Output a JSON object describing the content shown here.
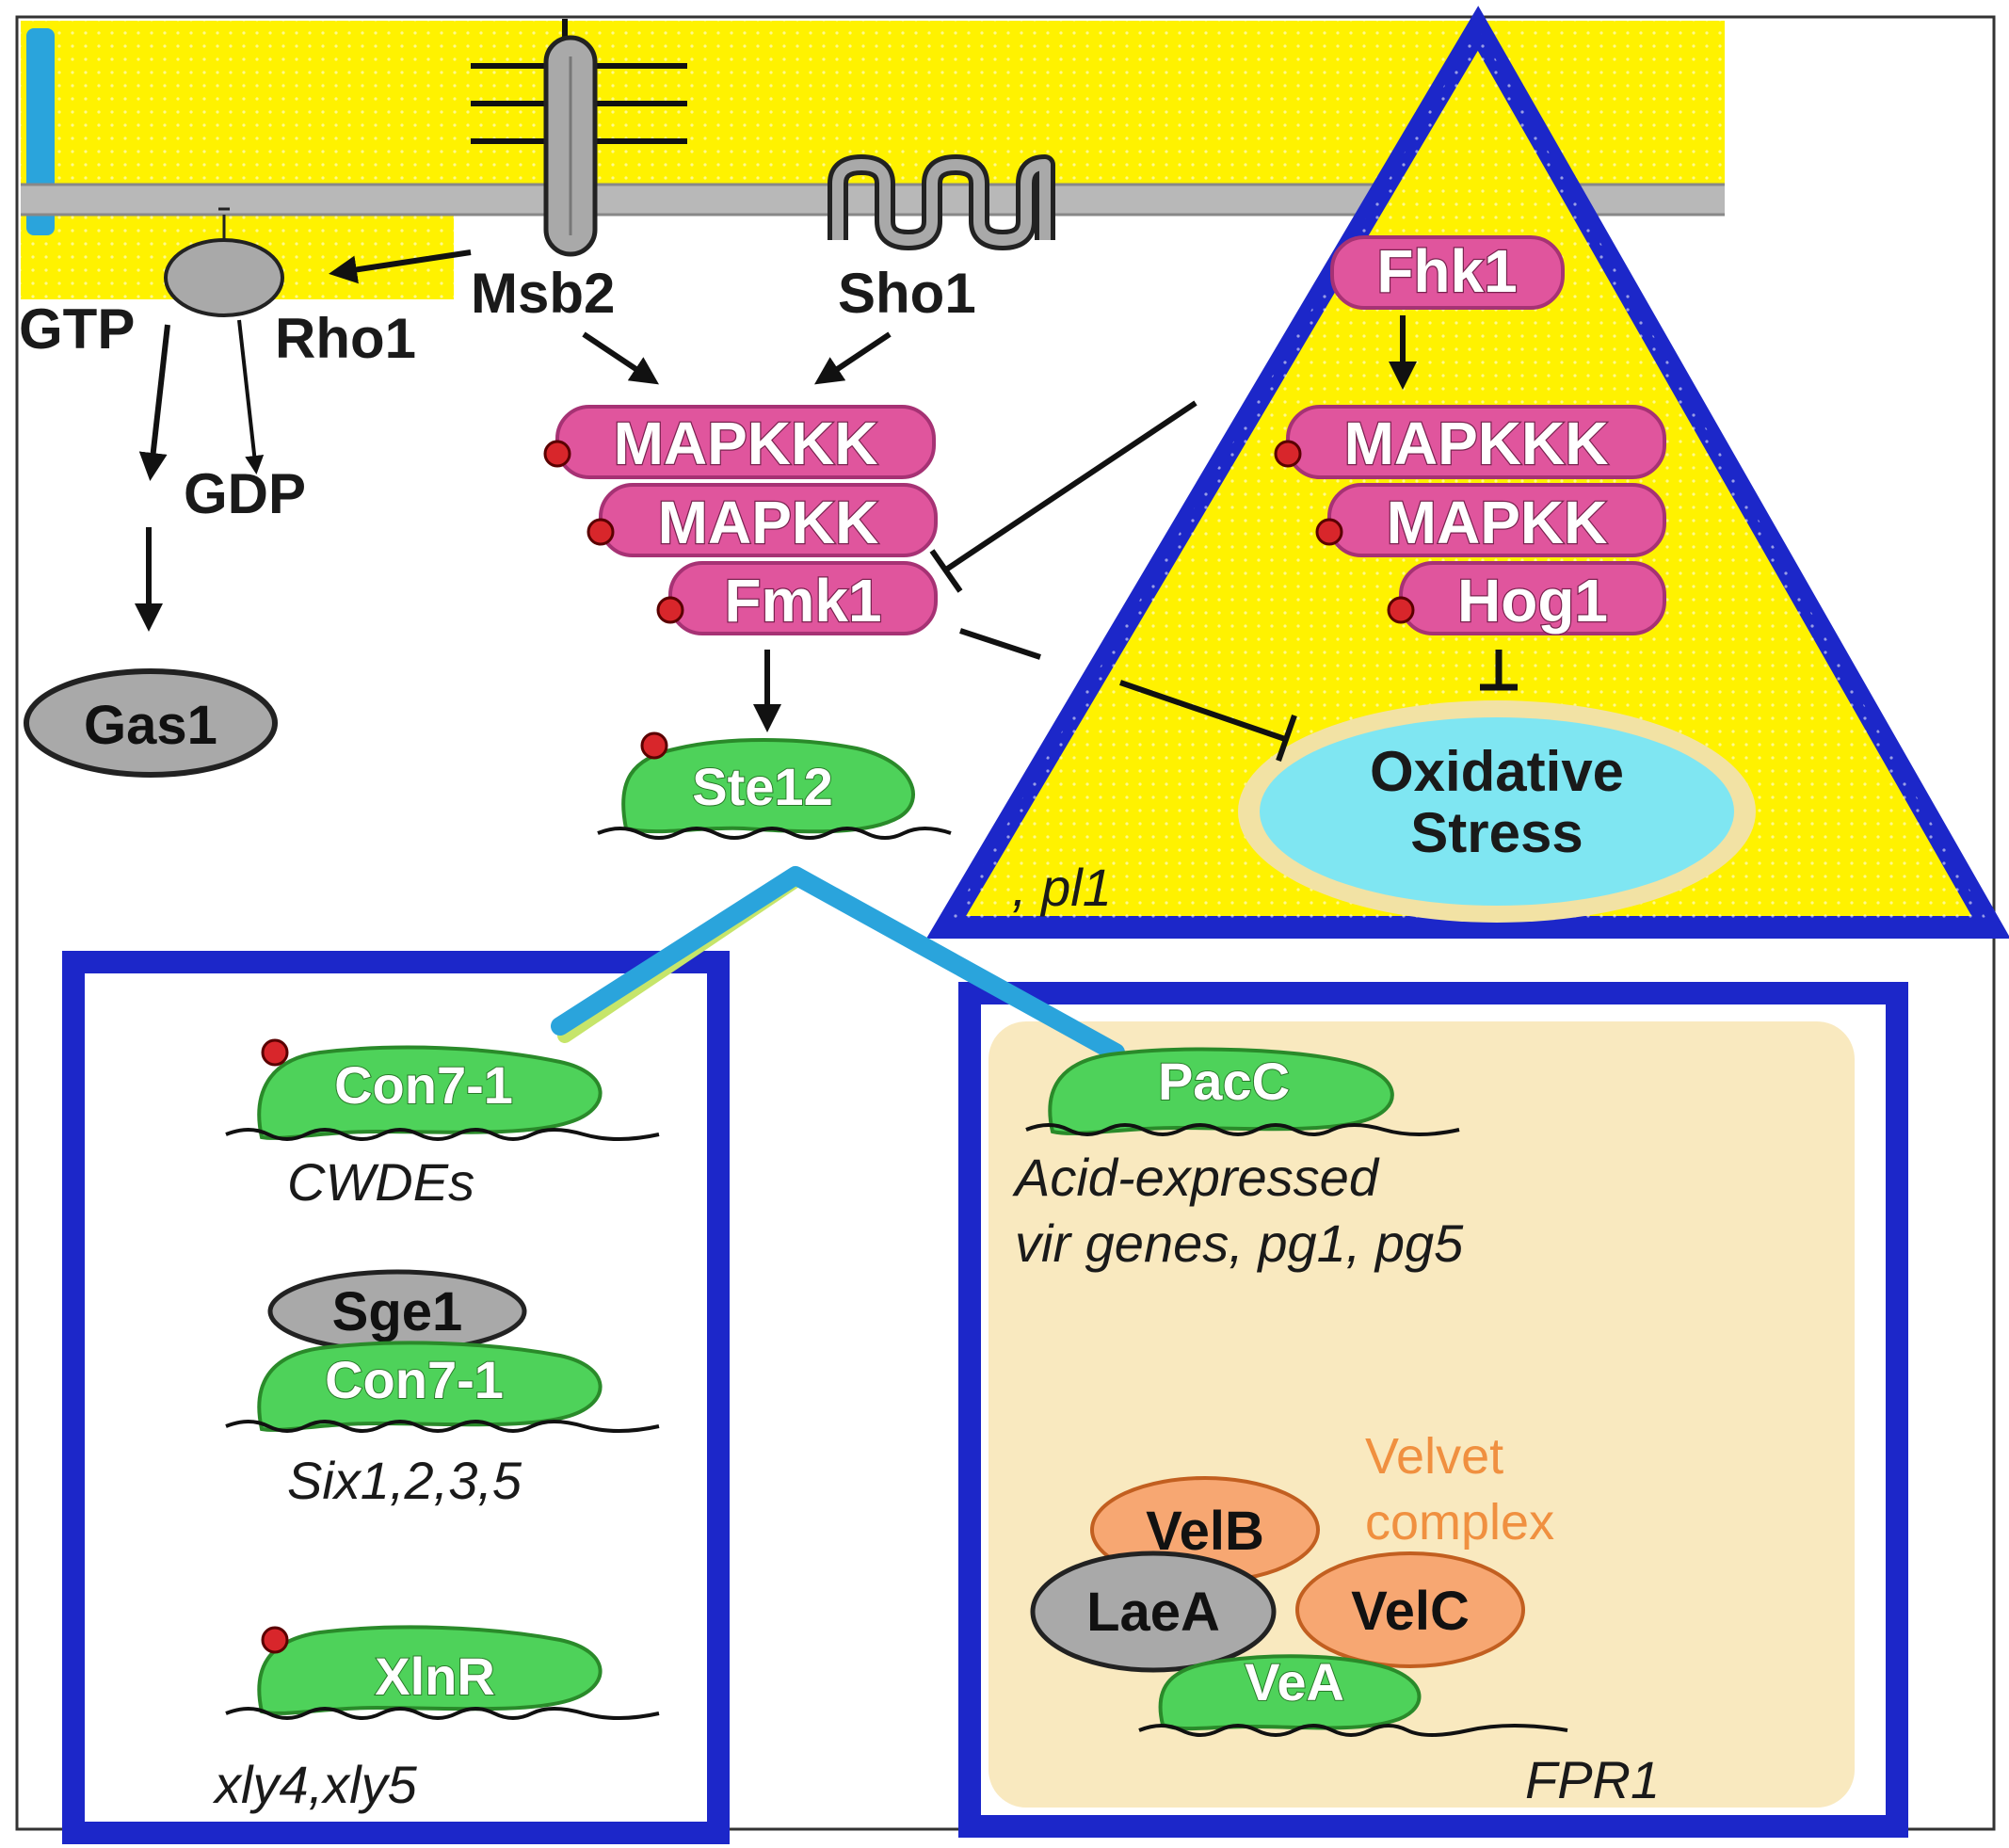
{
  "membrane": {
    "receptors": {
      "msb2": "Msb2",
      "sho1": "Sho1"
    }
  },
  "rho_pathway": {
    "gtp": "GTP",
    "rho1": "Rho1",
    "gdp": "GDP",
    "gas1": "Gas1"
  },
  "fmk1_cascade": {
    "mapkkk": "MAPKKK",
    "mapkk": "MAPKK",
    "mapk": "Fmk1",
    "tf": "Ste12"
  },
  "hog_cascade": {
    "sensor": "Fhk1",
    "mapkkk": "MAPKKK",
    "mapkk": "MAPKK",
    "mapk": "Hog1",
    "outcome_line1": "Oxidative",
    "outcome_line2": "Stress",
    "gene": ", pl1"
  },
  "left_box": {
    "con7_top": "Con7-1",
    "cwdes": "CWDEs",
    "sge1": "Sge1",
    "con7_bottom": "Con7-1",
    "six": "Six1,2,3,5",
    "xlnr": "XlnR",
    "xly": "xly4,xly5"
  },
  "right_box": {
    "pacc": "PacC",
    "acid_line1": "Acid-expressed",
    "acid_line2": "vir genes, pg1, pg5",
    "velvet_line1": "Velvet",
    "velvet_line2": "complex",
    "velb": "VelB",
    "laea": "LaeA",
    "velc": "VelC",
    "vea": "VeA",
    "fpr1": "FPR1"
  },
  "colors": {
    "membrane_yellow": "#fff200",
    "kinase_pink": "#e0559d",
    "tf_green": "#4ed25a",
    "frame_blue": "#1c27c9",
    "connector_blue": "#2aa4dc",
    "velvet_orange": "#f7a772",
    "stress_cyan": "#7fe6f2",
    "box_beige": "#f9e9bf",
    "grey_protein": "#a9a9a9"
  }
}
